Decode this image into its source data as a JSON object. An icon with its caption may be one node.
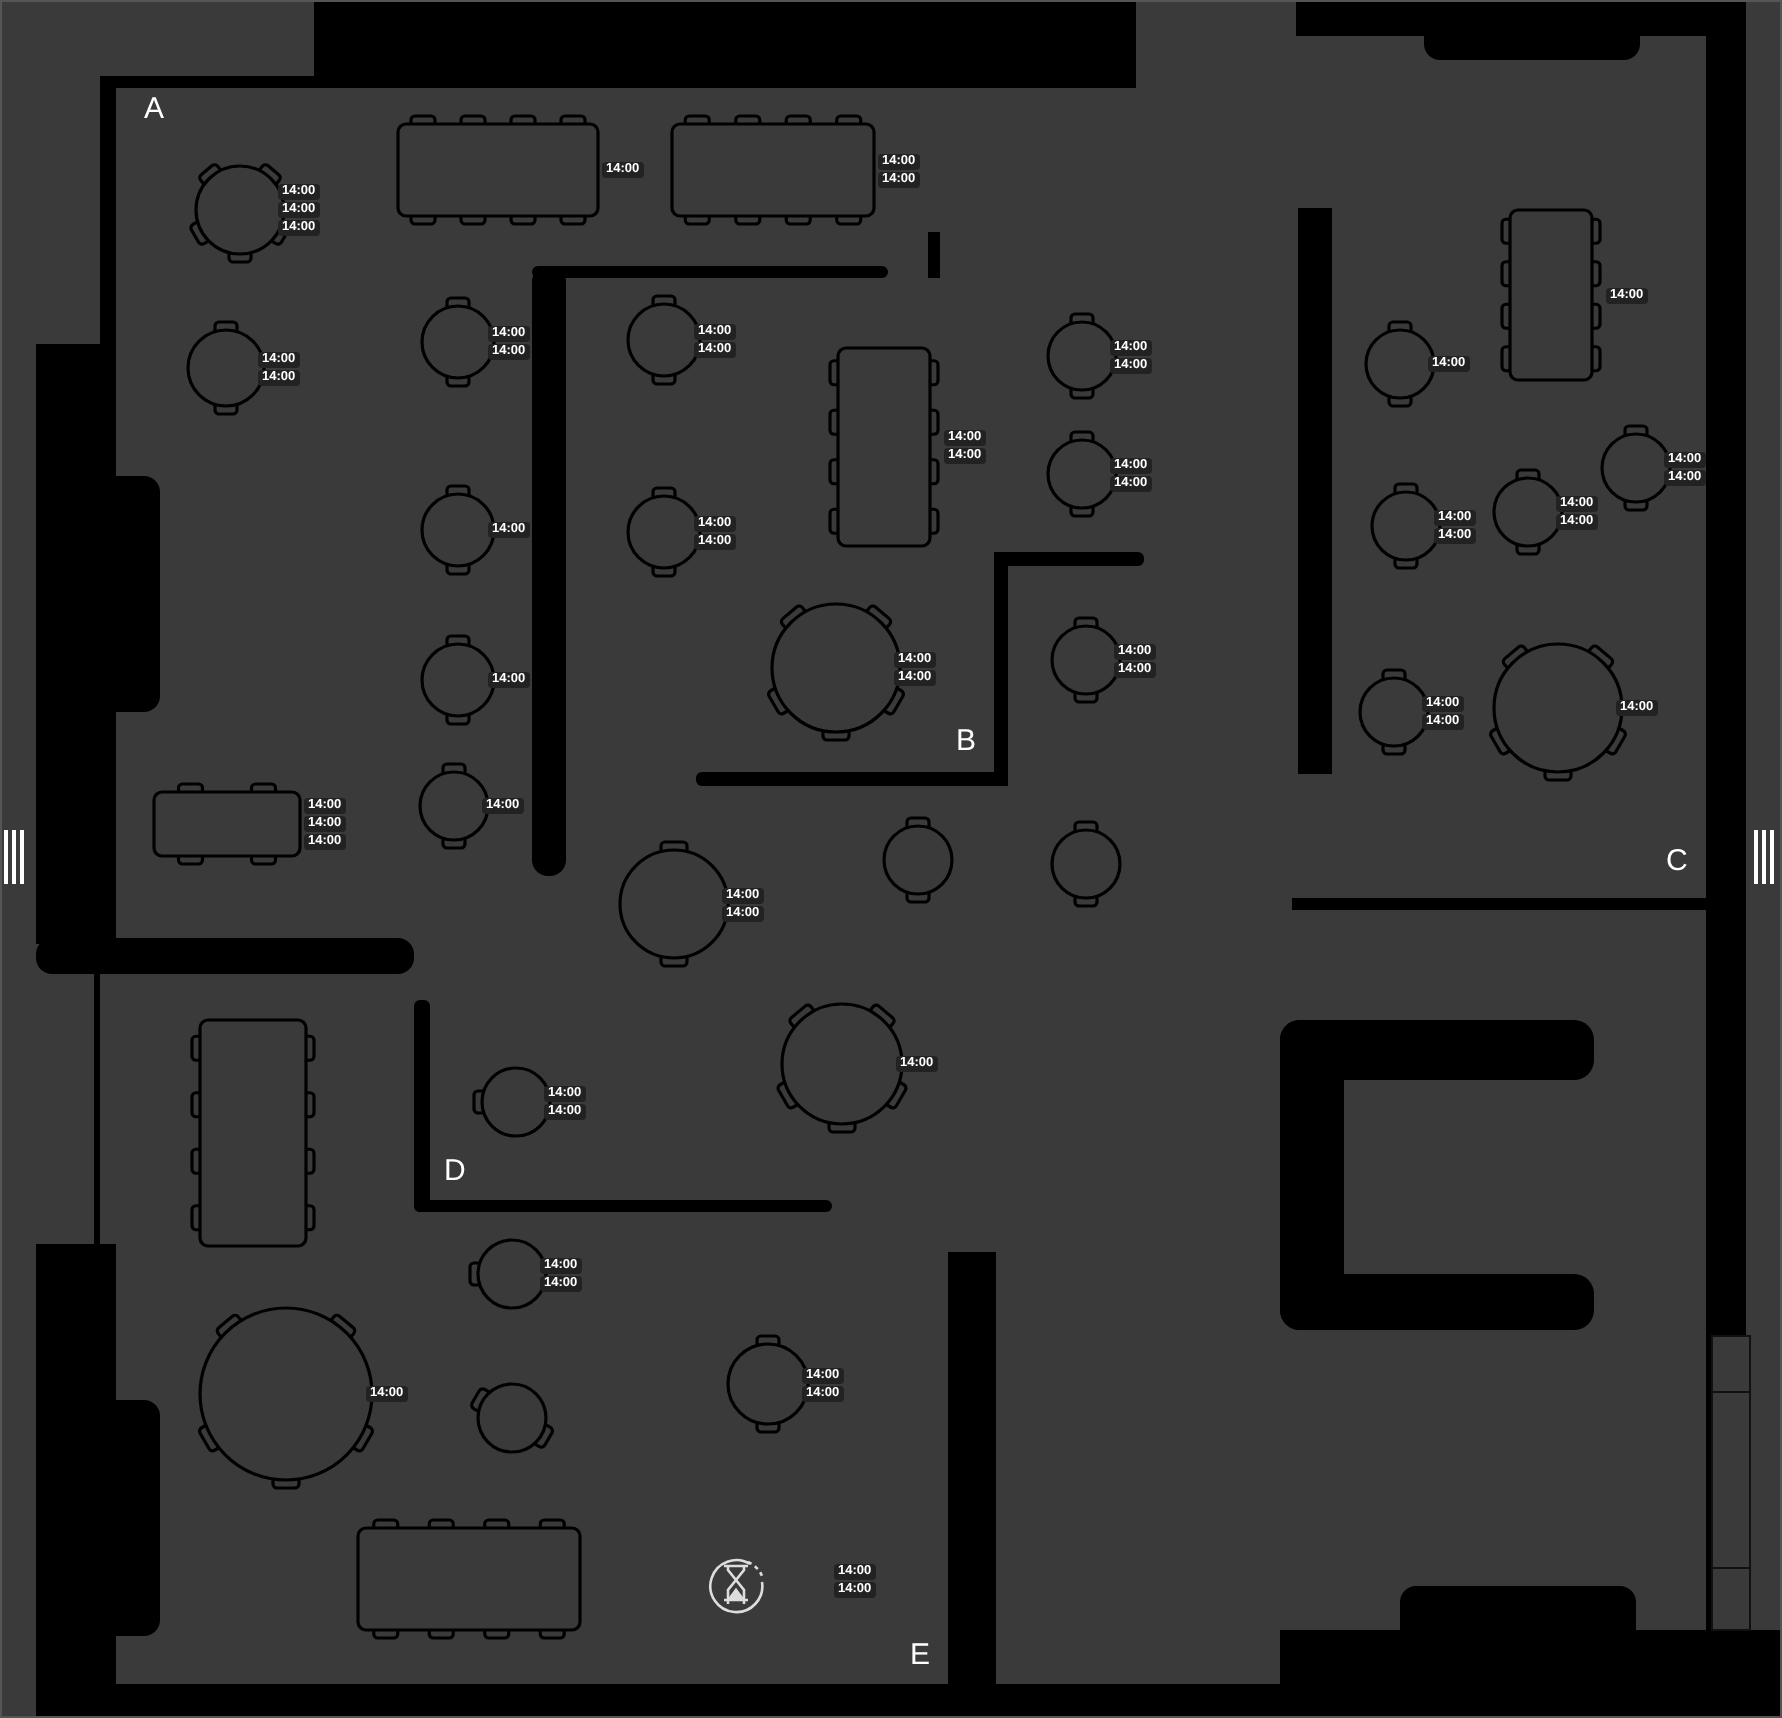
{
  "diagram": {
    "nodes": [
      {
        "text": [],
        "shape": "circle",
        "beside": [
          "14:00",
          "14:00",
          "14:00"
        ]
      },
      {
        "text": [],
        "shape": "box",
        "beside": [
          "14:00"
        ]
      },
      {
        "text": [],
        "shape": "box",
        "beside": [
          "14:00",
          "14:00"
        ]
      },
      {
        "text": [],
        "shape": "circle",
        "beside": [
          "14:00",
          "14:00"
        ]
      },
      {
        "text": [],
        "shape": "circle",
        "beside": [
          "14:00",
          "14:00"
        ]
      },
      {
        "text": [],
        "shape": "circle",
        "beside": [
          "14:00",
          "14:00"
        ]
      },
      {
        "text": [],
        "shape": "box",
        "beside": [
          "14:00",
          "14:00"
        ]
      },
      {
        "text": [],
        "shape": "circle",
        "beside": [
          "14:00",
          "14:00"
        ]
      },
      {
        "text": [],
        "shape": "circle",
        "beside": [
          "14:00"
        ]
      },
      {
        "text": [],
        "shape": "circle",
        "beside": [
          "14:00",
          "14:00"
        ]
      },
      {
        "text": [],
        "shape": "circle",
        "beside": [
          "14:00",
          "14:00"
        ]
      },
      {
        "text": [],
        "shape": "circle",
        "beside": [
          "14:00"
        ]
      },
      {
        "text": [],
        "shape": "circle",
        "beside": [
          "14:00",
          "14:00"
        ]
      },
      {
        "text": [],
        "shape": "circle",
        "beside": [
          "14:00",
          "14:00"
        ]
      },
      {
        "text": [],
        "shape": "box",
        "beside": [
          "14:00",
          "14:00",
          "14:00"
        ]
      },
      {
        "text": [],
        "shape": "circle",
        "beside": [
          "14:00"
        ]
      },
      {
        "text": [],
        "shape": "circle",
        "beside": [
          "14:00",
          "14:00"
        ]
      },
      {
        "text": [],
        "shape": "circle"
      },
      {
        "text": [],
        "shape": "circle"
      },
      {
        "text": [],
        "shape": "box",
        "beside": [
          "14:00"
        ]
      },
      {
        "text": [],
        "shape": "circle",
        "beside": [
          "14:00"
        ]
      },
      {
        "text": [],
        "shape": "circle",
        "beside": [
          "14:00",
          "14:00"
        ]
      },
      {
        "text": [],
        "shape": "circle",
        "beside": [
          "14:00",
          "14:00"
        ]
      },
      {
        "text": [],
        "shape": "circle",
        "beside": [
          "14:00",
          "14:00"
        ]
      },
      {
        "text": [],
        "shape": "circle",
        "beside": [
          "14:00",
          "14:00"
        ]
      },
      {
        "text": [],
        "shape": "circle",
        "beside": [
          "14:00"
        ]
      },
      {
        "text": [],
        "shape": "box"
      },
      {
        "text": [],
        "shape": "circle",
        "beside": [
          "14:00",
          "14:00"
        ]
      },
      {
        "text": [],
        "shape": "circle",
        "beside": [
          "14:00"
        ]
      },
      {
        "text": [],
        "shape": "circle",
        "beside": [
          "14:00",
          "14:00"
        ]
      },
      {
        "text": [],
        "shape": "circle",
        "beside": [
          "14:00"
        ]
      },
      {
        "text": [],
        "shape": "circle"
      },
      {
        "text": [],
        "shape": "circle",
        "beside": [
          "14:00",
          "14:00"
        ]
      },
      {
        "text": [],
        "shape": "box"
      }
    ],
    "labels": [
      "A",
      "B",
      "C",
      "D",
      "14:00",
      "14:00",
      "E"
    ]
  }
}
